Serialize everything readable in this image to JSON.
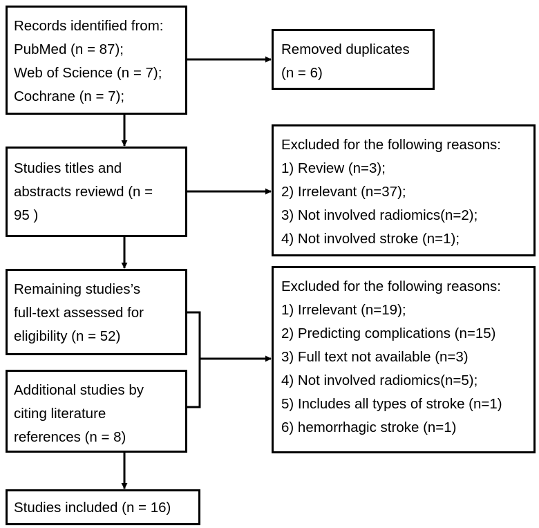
{
  "records": {
    "lines": [
      "Records identified from:",
      "PubMed (n = 87);",
      "Web of Science (n = 7);",
      "Cochrane (n = 7);"
    ]
  },
  "duplicates": {
    "lines": [
      "Removed duplicates",
      "(n = 6)"
    ]
  },
  "screening": {
    "lines": [
      "Studies titles and",
      "abstracts reviewd (n =",
      "95 )"
    ]
  },
  "exclusion1": {
    "lines": [
      "Excluded for the following reasons:",
      "1) Review (n=3);",
      "2) Irrelevant (n=37);",
      "3) Not involved radiomics(n=2);",
      "4) Not involved stroke (n=1);"
    ]
  },
  "fulltext": {
    "lines": [
      "Remaining studies’s",
      "full-text assessed for",
      "eligibility (n = 52)"
    ]
  },
  "additional": {
    "lines": [
      "Additional studies by",
      "citing literature",
      "references (n = 8)"
    ]
  },
  "exclusion2": {
    "lines": [
      "Excluded for the following reasons:",
      "1) Irrelevant (n=19);",
      "2) Predicting complications (n=15)",
      "3) Full text not available (n=3)",
      "4) Not involved radiomics(n=5);",
      "5) Includes all types of stroke (n=1)",
      "6) hemorrhagic stroke (n=1)"
    ]
  },
  "included": {
    "lines": [
      "Studies included (n = 16)"
    ]
  }
}
